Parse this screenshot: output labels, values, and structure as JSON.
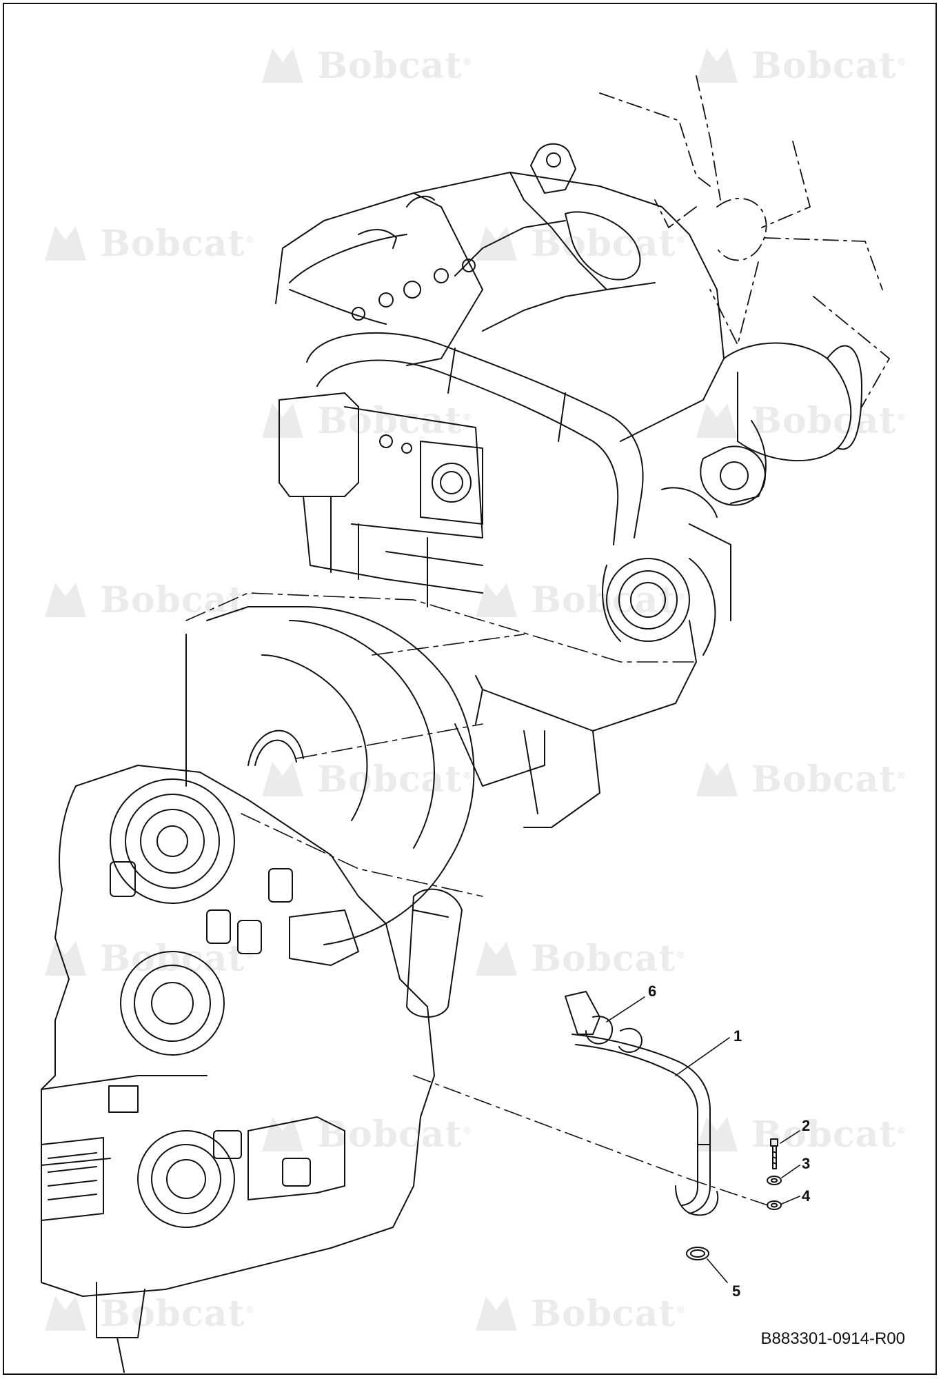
{
  "watermark": {
    "brand": "Bobcat",
    "mark": "®"
  },
  "callouts": {
    "c1": "1",
    "c2": "2",
    "c3": "3",
    "c4": "4",
    "c5": "5",
    "c6": "6"
  },
  "drawing_id": "B883301-0914-R00",
  "colors": {
    "line": "#111111",
    "watermark": "#dcdcdc",
    "background": "#ffffff"
  }
}
